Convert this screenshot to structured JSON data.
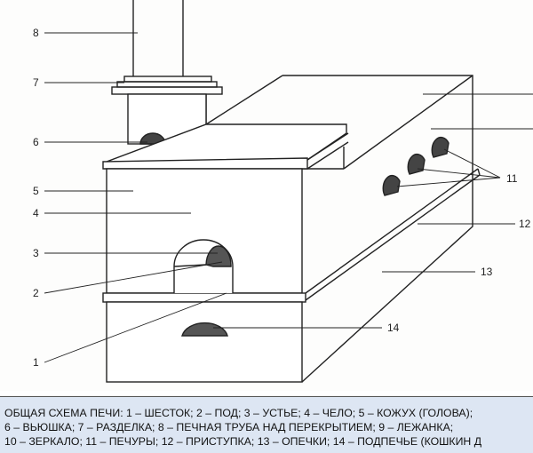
{
  "labels": {
    "l1": "1",
    "l2": "2",
    "l3": "3",
    "l4": "4",
    "l5": "5",
    "l6": "6",
    "l7": "7",
    "l8": "8",
    "l11": "11",
    "l12": "12",
    "l13": "13",
    "l14": "14"
  },
  "caption": {
    "line1": "ОБЩАЯ СХЕМА ПЕЧИ: 1 – ШЕСТОК; 2 – ПОД; 3 – УСТЬЕ; 4 – ЧЕЛО; 5 – КОЖУХ (ГОЛОВА);",
    "line2": "6 – ВЬЮШКА; 7 – РАЗДЕЛКА; 8 – ПЕЧНАЯ ТРУБА НАД ПЕРЕКРЫТИЕМ; 9 – ЛЕЖАНКА;",
    "line3": "10 – ЗЕРКАЛО; 11 – ПЕЧУРЫ; 12 – ПРИСТУПКА; 13 – ОПЕЧКИ; 14 – ПОДПЕЧЬЕ (КОШКИН Д"
  },
  "colors": {
    "caption_bg": "#dde6f3",
    "line": "#222222"
  }
}
